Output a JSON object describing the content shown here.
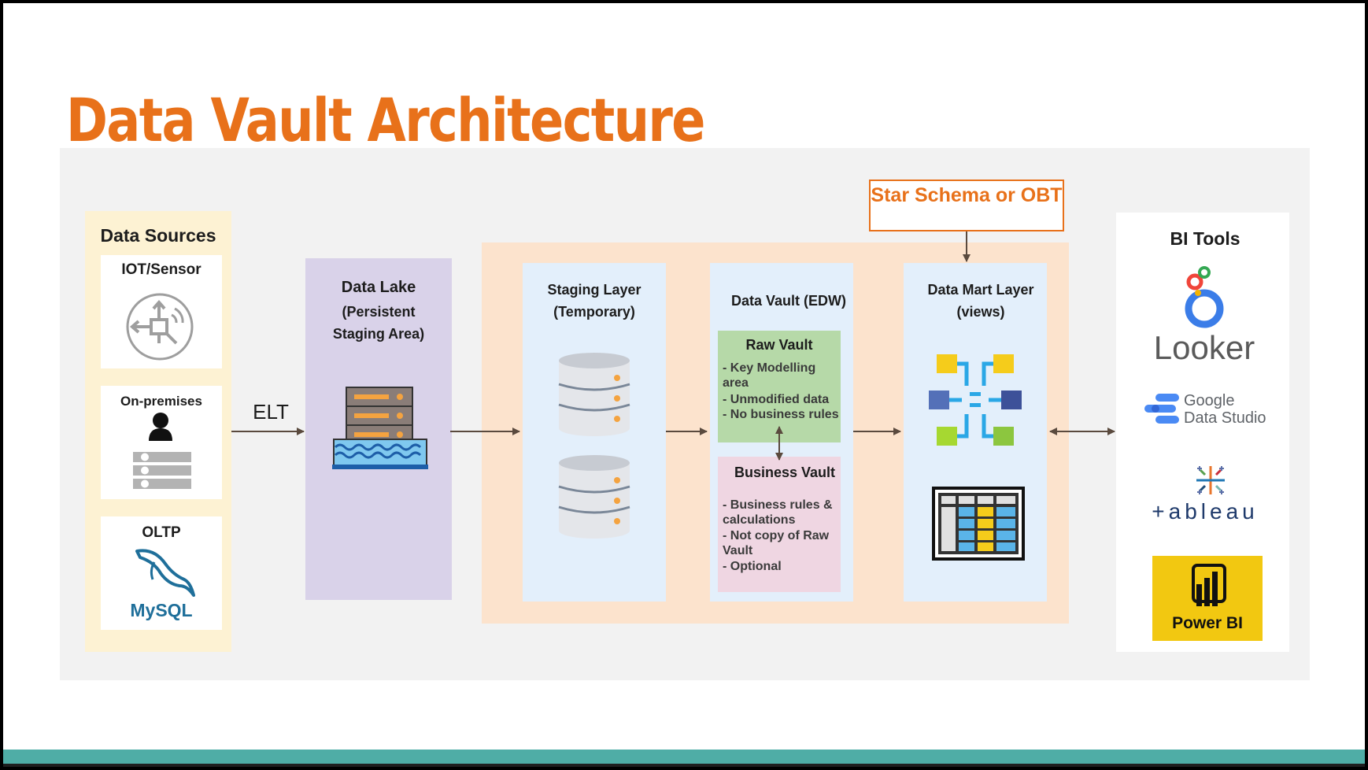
{
  "title": "Data Vault Architecture",
  "colors": {
    "title": "#e8711a",
    "sources_panel": "#fdf2d3",
    "lake_panel": "#d9d2e9",
    "pipeline_panel": "#fce3cd",
    "layer_panel": "#e3effb",
    "raw_vault": "#b6d9a8",
    "business_vault": "#efd6e2",
    "power_bi": "#f2c811",
    "footer_bar": "#4fada6"
  },
  "sources": {
    "heading": "Data Sources",
    "items": [
      {
        "label": "IOT/Sensor",
        "icon": "iot-sensor-icon"
      },
      {
        "label": "On-premises",
        "icon": "on-premises-server-icon"
      },
      {
        "label": "OLTP",
        "icon": "mysql-logo",
        "logo_text": "MySQL"
      }
    ]
  },
  "elt_label": "ELT",
  "lake": {
    "line1": "Data Lake",
    "line2": "(Persistent",
    "line3": "Staging Area)",
    "icon": "data-lake-server-icon"
  },
  "staging": {
    "line1": "Staging Layer",
    "line2": "(Temporary)",
    "icon": "database-icon"
  },
  "vault": {
    "heading": "Data Vault (EDW)",
    "raw": {
      "title": "Raw Vault",
      "lines": [
        "- Key Modelling",
        "area",
        "- Unmodified data",
        "- No business rules"
      ]
    },
    "business": {
      "title": "Business Vault",
      "lines": [
        "- Business rules &",
        "calculations",
        "- Not copy of Raw",
        "Vault",
        "- Optional"
      ]
    }
  },
  "mart": {
    "line1": "Data Mart Layer",
    "line2": "(views)",
    "icons": [
      "schema-diagram-icon",
      "spreadsheet-table-icon"
    ]
  },
  "star_schema": "Star Schema or OBT",
  "bi": {
    "heading": "BI Tools",
    "tools": {
      "looker": "Looker",
      "gds_line1": "Google",
      "gds_line2": "Data Studio",
      "tableau": "+ableau",
      "powerbi": "Power BI"
    }
  }
}
